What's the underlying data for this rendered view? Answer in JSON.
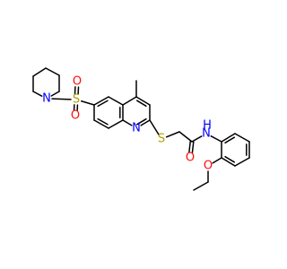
{
  "molecule": {
    "colors": {
      "bond": "#000000",
      "O": "#ff0d0d",
      "S": "#b2a000",
      "N": "#0000ff",
      "background": "#ffffff"
    },
    "labels": {
      "n_piperidine": "N",
      "s_sulfonyl": "S",
      "o_sulfonyl_top": "O",
      "o_sulfonyl_bottom": "O",
      "n_quinoline": "N",
      "s_thioether": "S",
      "o_carbonyl": "O",
      "n_amide": "N",
      "h_amide": "H",
      "o_ether": "O"
    }
  }
}
